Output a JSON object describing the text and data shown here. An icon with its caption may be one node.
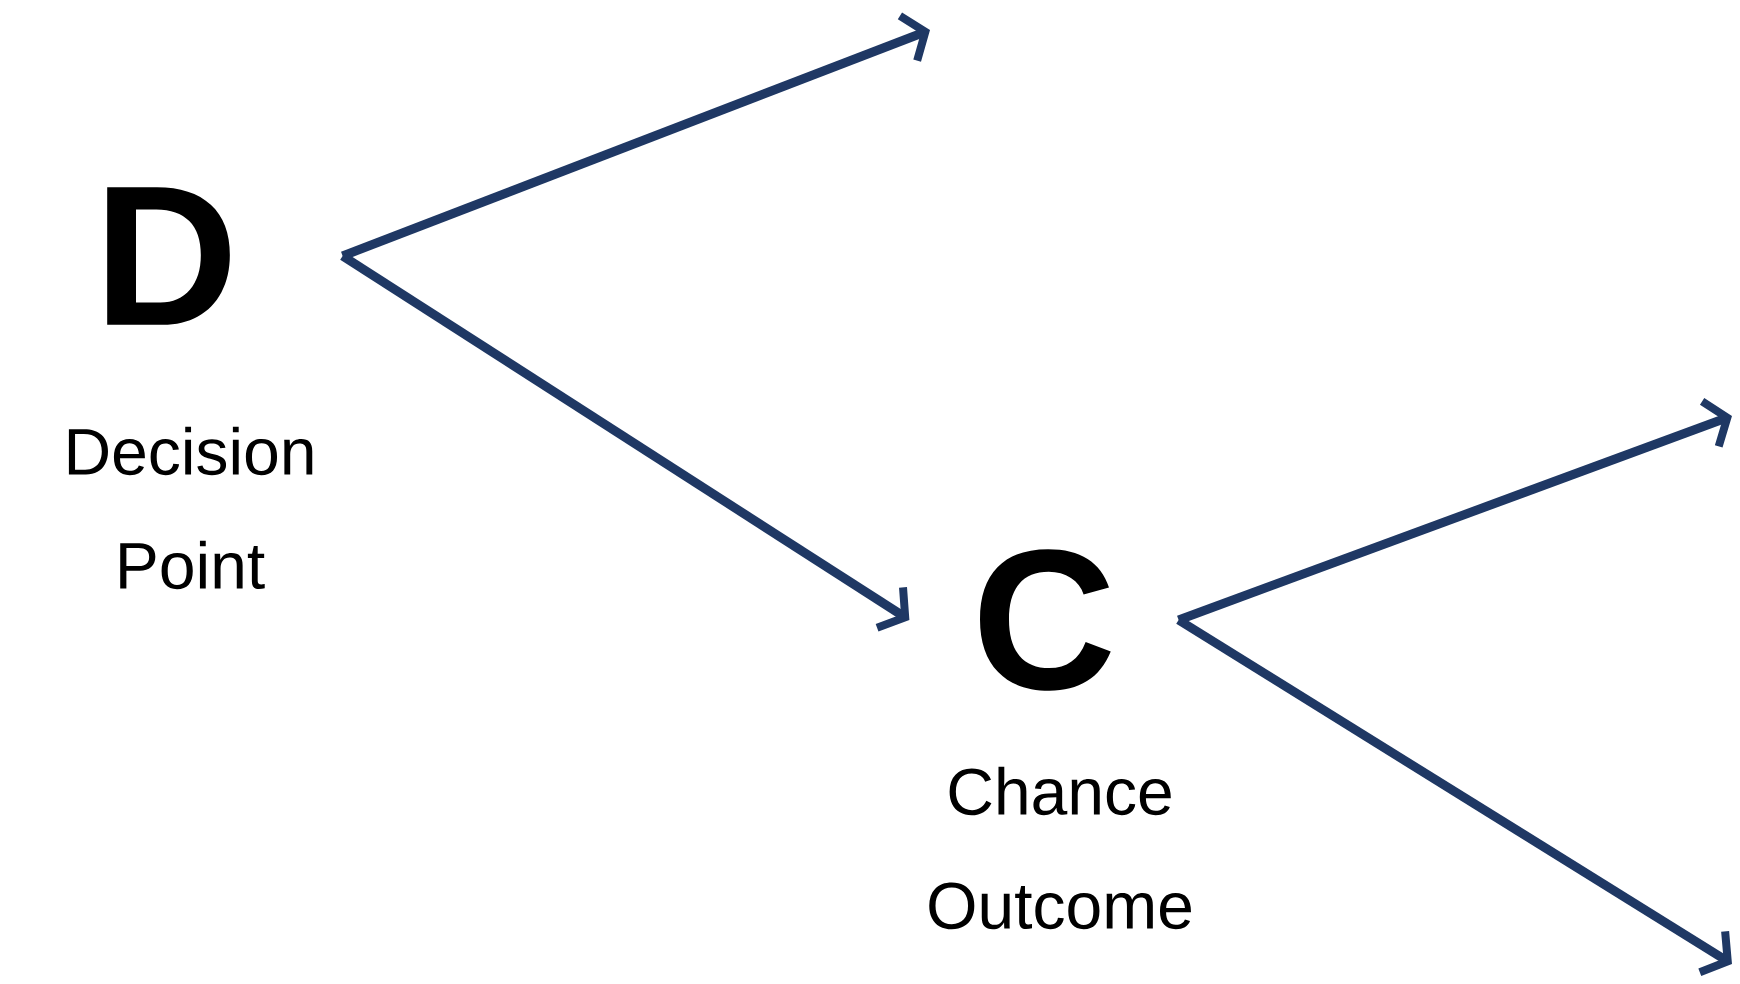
{
  "diagram": {
    "nodes": [
      {
        "text": [
          "D"
        ],
        "beside": [
          "Decision Point"
        ]
      },
      {
        "text": [
          "C"
        ],
        "beside": [
          "Chance Outcome"
        ]
      }
    ],
    "edges": [
      {
        "from": 0,
        "to": null,
        "arrow": "to"
      },
      {
        "from": 0,
        "to": 1,
        "arrow": "to"
      },
      {
        "from": 1,
        "to": null,
        "arrow": "to"
      },
      {
        "from": 1,
        "to": null,
        "arrow": "to"
      }
    ]
  }
}
